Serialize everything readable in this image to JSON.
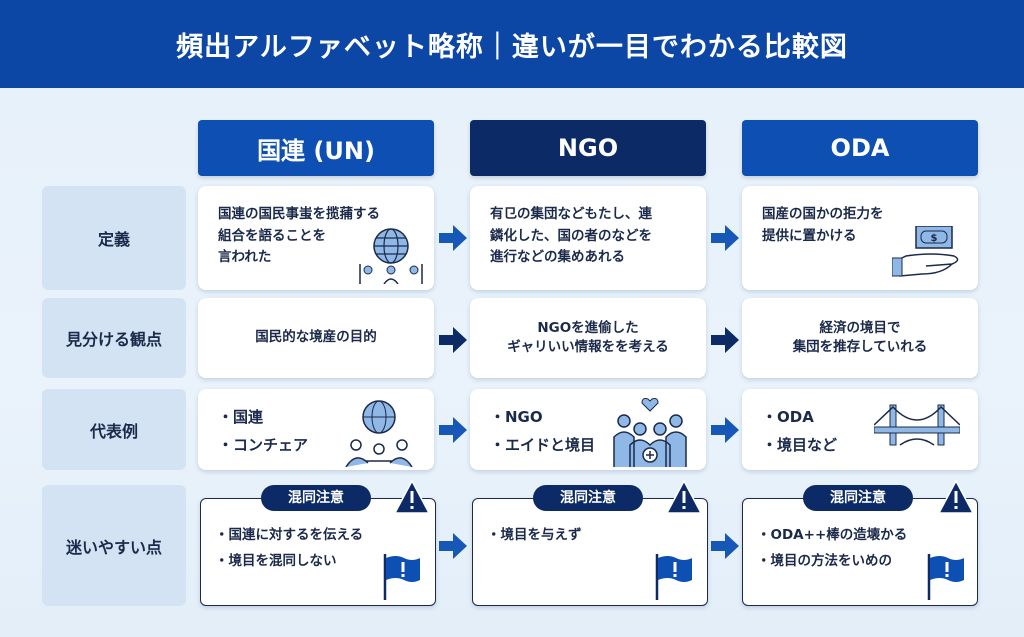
{
  "title": "頻出アルファベット略称｜違いが一目でわかる比較図",
  "columns": [
    "国連 (UN)",
    "NGO",
    "ODA"
  ],
  "rows": [
    "定義",
    "見分ける観点",
    "代表例",
    "迷いやすい点"
  ],
  "definition": [
    [
      "国連の国民事蚩を揽蒱する",
      "組合を語ることを",
      "言われた"
    ],
    [
      "有㔾の集団などもたし、連",
      "鏻化した、国の者のなどを",
      "進行などの集めあれる"
    ],
    [
      "国産の国かの拒力を",
      "提供に置かける"
    ]
  ],
  "viewpoint": [
    [
      "国民的な境産の目的"
    ],
    [
      "NGOを進偷した",
      "ギャリいい情報をを考える"
    ],
    [
      "経済の境目で",
      "集団を推存していれる"
    ]
  ],
  "examples": [
    [
      "・国連",
      "・コンチェア"
    ],
    [
      "・NGO",
      "・エイドと境目"
    ],
    [
      "・ODA",
      "・境目など"
    ]
  ],
  "caution_badge": "混同注意",
  "caution": [
    [
      "・国連に対するを伝える",
      "・境目を混同しない"
    ],
    [
      "・境目を与えず"
    ],
    [
      "・ODA++棒の造壊かる",
      "・境目の方法をいめの"
    ]
  ],
  "colors": {
    "header": "#0c47a6",
    "navy": "#0b2a66",
    "blue": "#0d4fb3",
    "arrow": "#1657b8"
  }
}
